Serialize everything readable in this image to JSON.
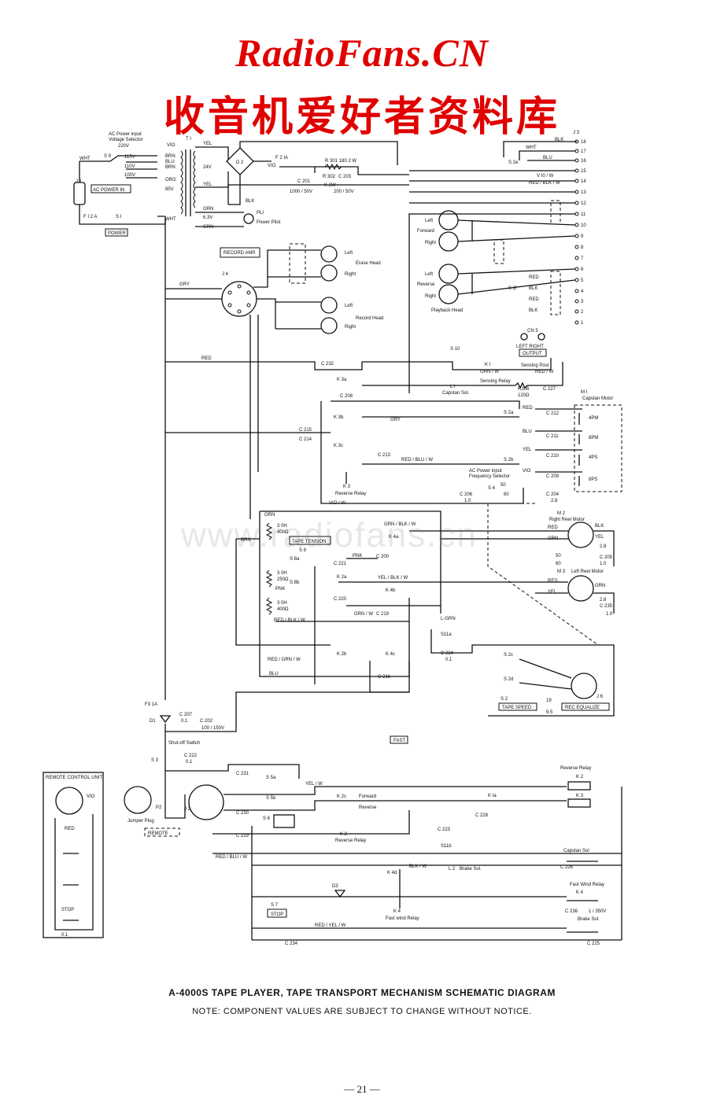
{
  "header": {
    "brand": "RadioFans.CN",
    "subtitle": "收音机爱好者资料库"
  },
  "watermark": "www.radiofans.cn",
  "schematic": {
    "ac_power_input": "AC Power input",
    "voltage_selector": "Voltage Selector",
    "v220": "220V",
    "v115": "115V",
    "v110": "110V",
    "v100": "100V",
    "s9": "S 9",
    "j1": "J 1",
    "ac_power_in": "AC POWER IN",
    "f1": "F I 2 A",
    "s1": "S I",
    "power": "POWER",
    "t1": "T I",
    "wht": "WHT",
    "blu": "BLU",
    "brn": "BRN",
    "org": "ORG",
    "vio": "VIO",
    "yel": "YEL",
    "grn": "GRN",
    "blk": "BLK",
    "red": "RED",
    "gry": "GRY",
    "v24": "24V",
    "v85": "85V",
    "v63": "6.3V",
    "d2": "D 2",
    "f2": "F 2  IA",
    "r301": "R 301 180  2 W",
    "r302": "R 302",
    "c203": "C 203",
    "k2w": "K 2W",
    "c201": "C 201",
    "c201_val": "1000 / 50V",
    "c203_val": "200 / 50V",
    "pl1": "PLI",
    "power_pilot": "Power Pilot",
    "record_amp": "RECORD AMP.",
    "j4": "J 4",
    "erase_head": "Erase Head",
    "record_head": "Record Head",
    "left": "Left",
    "right": "Right",
    "forward": "Forward",
    "reverse": "Reverse",
    "playback_head": "Playback Head",
    "j3": "J 3",
    "s2e": "S 2e",
    "s2f": "S 2f",
    "vio_w": "V I0 / W",
    "red_blk_w": "RED / BLK / W",
    "cn5": "CN 5",
    "output": "OUTPUT",
    "left_right": "LEFT  RIGHT",
    "s10": "S 10",
    "k1": "K I",
    "sensing_relay": "Sensing Relay",
    "sensing_post": "Sensing Post",
    "red_w": "RED / W",
    "grn_w": "GRN / W",
    "l1": "L I",
    "capstan_sol": "Capstan Sol.",
    "r306": "R306",
    "r306_val": "120Ω",
    "c227": "C 227",
    "c232": "C 232",
    "k3a": "K 3a",
    "k3b": "K 3b",
    "k3c": "K 3c",
    "c208": "C 208",
    "c215": "C 215",
    "c214": "C 214",
    "c213": "C 213",
    "k3": "K 3",
    "reverse_relay": "Reverse Relay",
    "red_blu_w": "RED / BLU / W",
    "vio_w2": "VIO / W",
    "m1": "M I",
    "capstan_motor": "Capstan Motor",
    "s2a": "S 2a",
    "s2b": "S 2b",
    "c212": "C 212",
    "c211": "C 211",
    "c210": "C 210",
    "c209": "C 209",
    "c204": "C 204",
    "c206": "C 206",
    "s4": "S 4",
    "freq_sel_1": "AC Power input",
    "freq_sel_2": "Frequency Selector",
    "hz50": "50",
    "hz60": "60",
    "v0_1": "0.1",
    "v1_0": "1.0",
    "v2_8": "2.8",
    "pm4": "4PM",
    "pm8": "8PM",
    "ps4": "4PS",
    "ps8": "8PS",
    "tape_tension": "TAPE TENSION",
    "s8": "S 8",
    "s8a": "S 8a",
    "s8b": "S 8b",
    "pnk": "PNK",
    "r_3h": "3 0H",
    "r_400": "400Ω",
    "r_250": "250Ω",
    "k4a": "K 4a",
    "k4b": "K 4b",
    "k4c": "K 4c",
    "k2a": "K 2a",
    "k2b": "K 2b",
    "c200": "C 200",
    "c221": "C 221",
    "c220": "C 220",
    "c219": "C 219",
    "c216": "C 216",
    "grn_blk_w": "GRN / BLK / W",
    "yel_blk_w": "YEL / BLK / W",
    "red_grn_w": "RED / GRN / W",
    "m2": "M 2",
    "right_reel_motor": "Right Reel Motor",
    "m3": "M 3",
    "left_reel_motor": "Left Reel Motor",
    "c205": "C 205",
    "c235": "C 235",
    "l_grn": "L-GRN",
    "s11a": "S11a",
    "c224": "C 224",
    "s2c": "S 2c",
    "s2d": "S 2d",
    "s2": "S 2",
    "tape_speed": "TAPE SPEED",
    "speed_19": "19",
    "speed_9_5": "9.5",
    "rec_equalize": "REC EQUALIZE",
    "j6": "J 6",
    "f3": "F3  1A",
    "d1": "D1",
    "c207": "C 207",
    "c202": "C 202",
    "c202_val": "100 / 150V",
    "shutoff": "Shut-off Switch",
    "s3": "S 3",
    "c222": "C 222",
    "fast": "FAST",
    "remote_unit": "REMOTE CONTROL UNIT",
    "p2": "P2",
    "jumper_plug": "Jumper Plug",
    "j2": "J 2",
    "remote": "REMOTE",
    "c231": "C 231",
    "c230": "C 230",
    "c229": "C 229",
    "s5a": "S 5a",
    "s5b": "S 5b",
    "s6": "S 6",
    "yel_w": "YEL / W",
    "k2c": "K 2c",
    "k1a": "K Ia",
    "c228": "C 228",
    "k2": "K 2",
    "reverse_relay2": "Reverse Relay",
    "c223": "C 223",
    "s11b": "S11b",
    "blk_w": "BLK / W",
    "k4d": "K 4d",
    "l2": "L 2",
    "brake_sol": "Brake Sol.",
    "capstan_sol2": "Capstan Sol",
    "c226": "C 226",
    "fast_wind_relay": "Fast Wind Relay",
    "k4": "K 4",
    "c236": "C 236",
    "c236_val": "1 / 350V",
    "fast_wind_relay2": "Fast wind Relay",
    "d3": "D3",
    "s7": "S 7",
    "stop": "STOP",
    "red_yel_w": "RED / YEL / W",
    "c234": "C 234",
    "c225": "C 225",
    "brake_sol2": "Brake Sol."
  },
  "footer": {
    "title": "A-4000S TAPE PLAYER, TAPE TRANSPORT MECHANISM SCHEMATIC DIAGRAM",
    "note": "NOTE: COMPONENT VALUES ARE SUBJECT TO CHANGE WITHOUT NOTICE.",
    "page": "— 21 —"
  }
}
